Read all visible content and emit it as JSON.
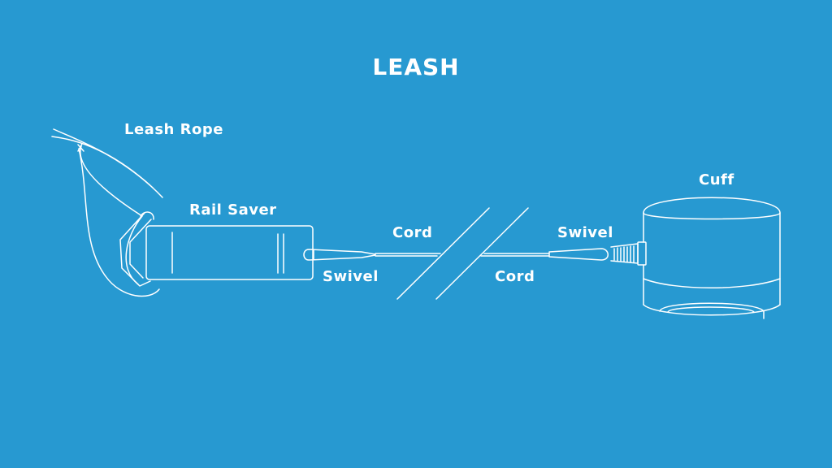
{
  "title": "LEASH",
  "labels": {
    "leash_rope": "Leash Rope",
    "rail_saver": "Rail Saver",
    "cord_top": "Cord",
    "swivel_left": "Swivel",
    "cord_bottom": "Cord",
    "swivel_right": "Swivel",
    "cuff": "Cuff"
  },
  "colors": {
    "background": "#2799d1",
    "line": "#ffffff"
  }
}
